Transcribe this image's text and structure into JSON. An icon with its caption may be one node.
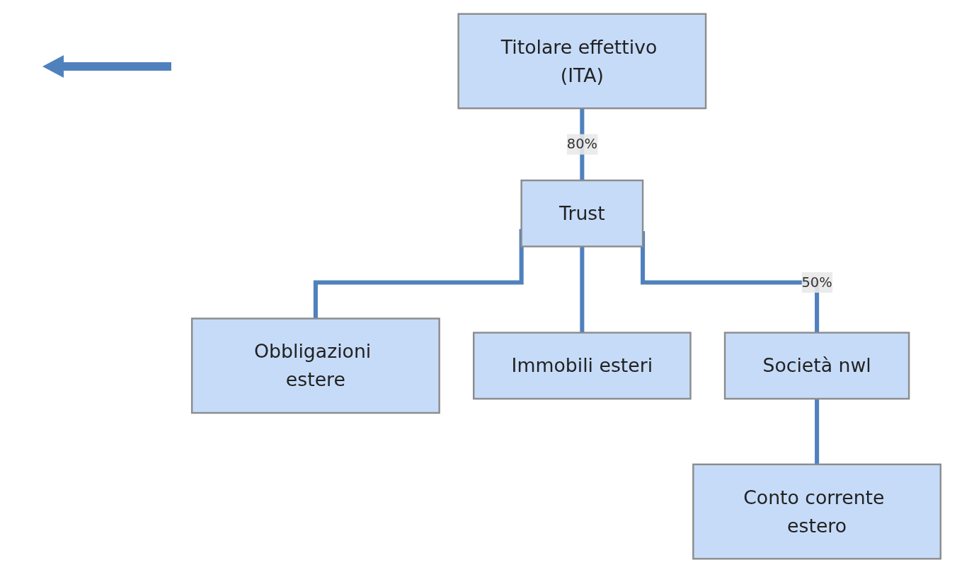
{
  "diagram": {
    "nodes": [
      {
        "text": [
          "Titolare effettivo (ITA)"
        ]
      },
      {
        "text": [
          "Trust"
        ]
      },
      {
        "text": [
          "Obbligazioni estere"
        ]
      },
      {
        "text": [
          "Immobili esteri"
        ]
      },
      {
        "text": [
          "Società nwl"
        ]
      },
      {
        "text": [
          "Conto corrente estero"
        ]
      }
    ],
    "edges": [
      {
        "from": 0,
        "to": 1,
        "arrow": "none",
        "label": "80%"
      },
      {
        "from": 1,
        "to": 2,
        "arrow": "none"
      },
      {
        "from": 1,
        "to": 3,
        "arrow": "none"
      },
      {
        "from": 1,
        "to": 4,
        "arrow": "none",
        "label": "50%"
      },
      {
        "from": 4,
        "to": 5,
        "arrow": "none"
      }
    ]
  }
}
